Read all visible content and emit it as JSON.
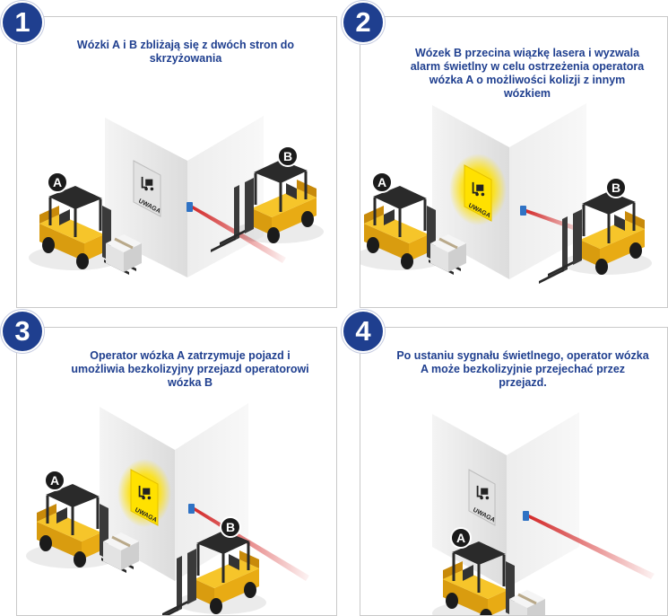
{
  "steps": [
    {
      "number": "1",
      "caption": "Wózki A i B zbliżają się z dwóch stron do skrzyżowania",
      "sign_text": "UWAGA",
      "forklift_a": "A",
      "forklift_b": "B"
    },
    {
      "number": "2",
      "caption": "Wózek B przecina wiązkę lasera i wyzwala alarm świetlny w celu ostrzeżenia operatora wózka A o możliwości kolizji z innym wózkiem",
      "sign_text": "UWAGA",
      "forklift_a": "A",
      "forklift_b": "B"
    },
    {
      "number": "3",
      "caption": "Operator wózka A zatrzymuje pojazd i umożliwia bezkolizyjny przejazd operatorowi wózka B",
      "sign_text": "UWAGA",
      "forklift_a": "A",
      "forklift_b": "B"
    },
    {
      "number": "4",
      "caption": "Po ustaniu sygnału świetlnego, operator wózka A może bezkolizyjnie przejechać przez przejazd.",
      "sign_text": "UWAGA",
      "forklift_a": "A"
    }
  ],
  "colors": {
    "badge": "#1f3f8f",
    "caption": "#1f3f8f",
    "forklift": "#f2bd1d",
    "sign_alert": "#ffe100",
    "laser": "#d42b2b",
    "sensor": "#2f72c4"
  }
}
